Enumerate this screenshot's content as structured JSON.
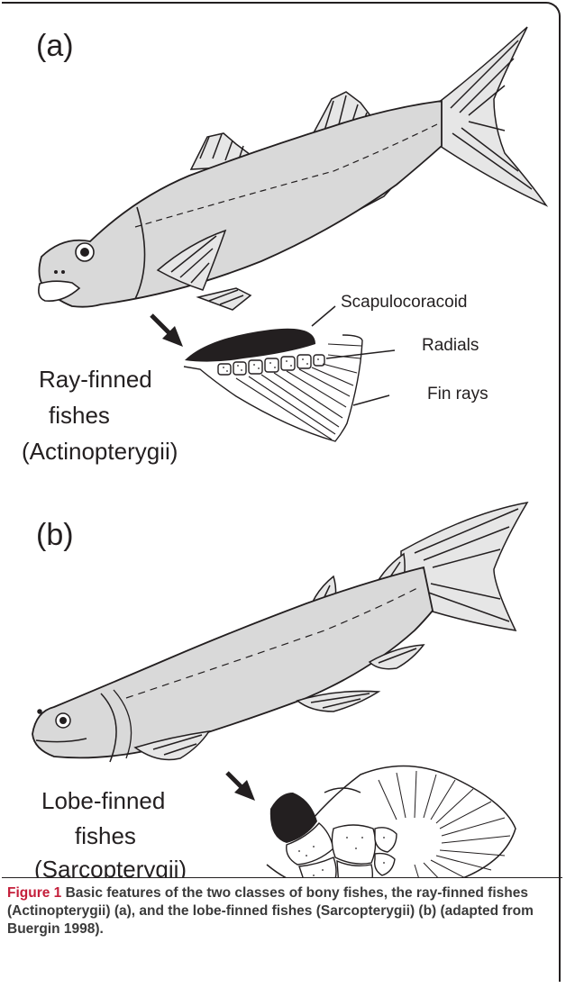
{
  "panel_a": {
    "letter": "(a)",
    "group_line1": "Ray-finned",
    "group_line2": "fishes",
    "group_line3": "(Actinopterygii)",
    "label_scapulocoracoid": "Scapulocoracoid",
    "label_radials": "Radials",
    "label_fin_rays": "Fin rays"
  },
  "panel_b": {
    "letter": "(b)",
    "group_line1": "Lobe-finned",
    "group_line2": "fishes",
    "group_line3": "(Sarcopterygii)"
  },
  "caption": {
    "lead": "Figure 1",
    "text": " Basic features of the two classes of bony fishes, the ray-finned fishes (Actinopterygii) (a), and the lobe-finned fishes (Sarcopterygii) (b) (adapted from Buergin 1998)."
  },
  "colors": {
    "fish_fill": "#d9d9d9",
    "ink": "#231f20",
    "bone": "#231f20",
    "caption_lead": "#c41e3a"
  }
}
